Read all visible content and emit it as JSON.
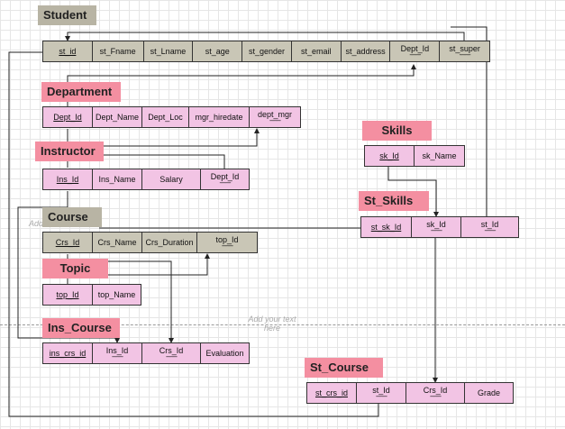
{
  "tables": {
    "student": {
      "title": "Student",
      "columns": [
        "st_id",
        "st_Fname",
        "st_Lname",
        "st_age",
        "st_gender",
        "st_email",
        "st_address",
        "Dept_Id",
        "st_super"
      ]
    },
    "department": {
      "title": "Department",
      "columns": [
        "Dept_Id",
        "Dept_Name",
        "Dept_Loc",
        "mgr_hiredate",
        "dept_mgr"
      ]
    },
    "instructor": {
      "title": "Instructor",
      "columns": [
        "Ins_Id",
        "Ins_Name",
        "Salary",
        "Dept_Id"
      ]
    },
    "course": {
      "title": "Course",
      "columns": [
        "Crs_Id",
        "Crs_Name",
        "Crs_Duration",
        "top_Id"
      ]
    },
    "topic": {
      "title": "Topic",
      "columns": [
        "top_Id",
        "top_Name"
      ]
    },
    "ins_course": {
      "title": "Ins_Course",
      "columns": [
        "ins_crs_id",
        "Ins_Id",
        "Crs_Id",
        "Evaluation"
      ]
    },
    "skills": {
      "title": "Skills",
      "columns": [
        "sk_Id",
        "sk_Name"
      ]
    },
    "st_skills": {
      "title": "St_Skills",
      "columns": [
        "st_sk_Id",
        "sk_Id",
        "st_Id"
      ]
    },
    "st_course": {
      "title": "St_Course",
      "columns": [
        "st_crs_id",
        "st_Id",
        "Crs_Id",
        "Grade"
      ]
    }
  },
  "ghost_text": {
    "add_text_line1": "Add your text",
    "add_text_line2": "here",
    "add_partial": "Add"
  },
  "fk_marker": "---------"
}
